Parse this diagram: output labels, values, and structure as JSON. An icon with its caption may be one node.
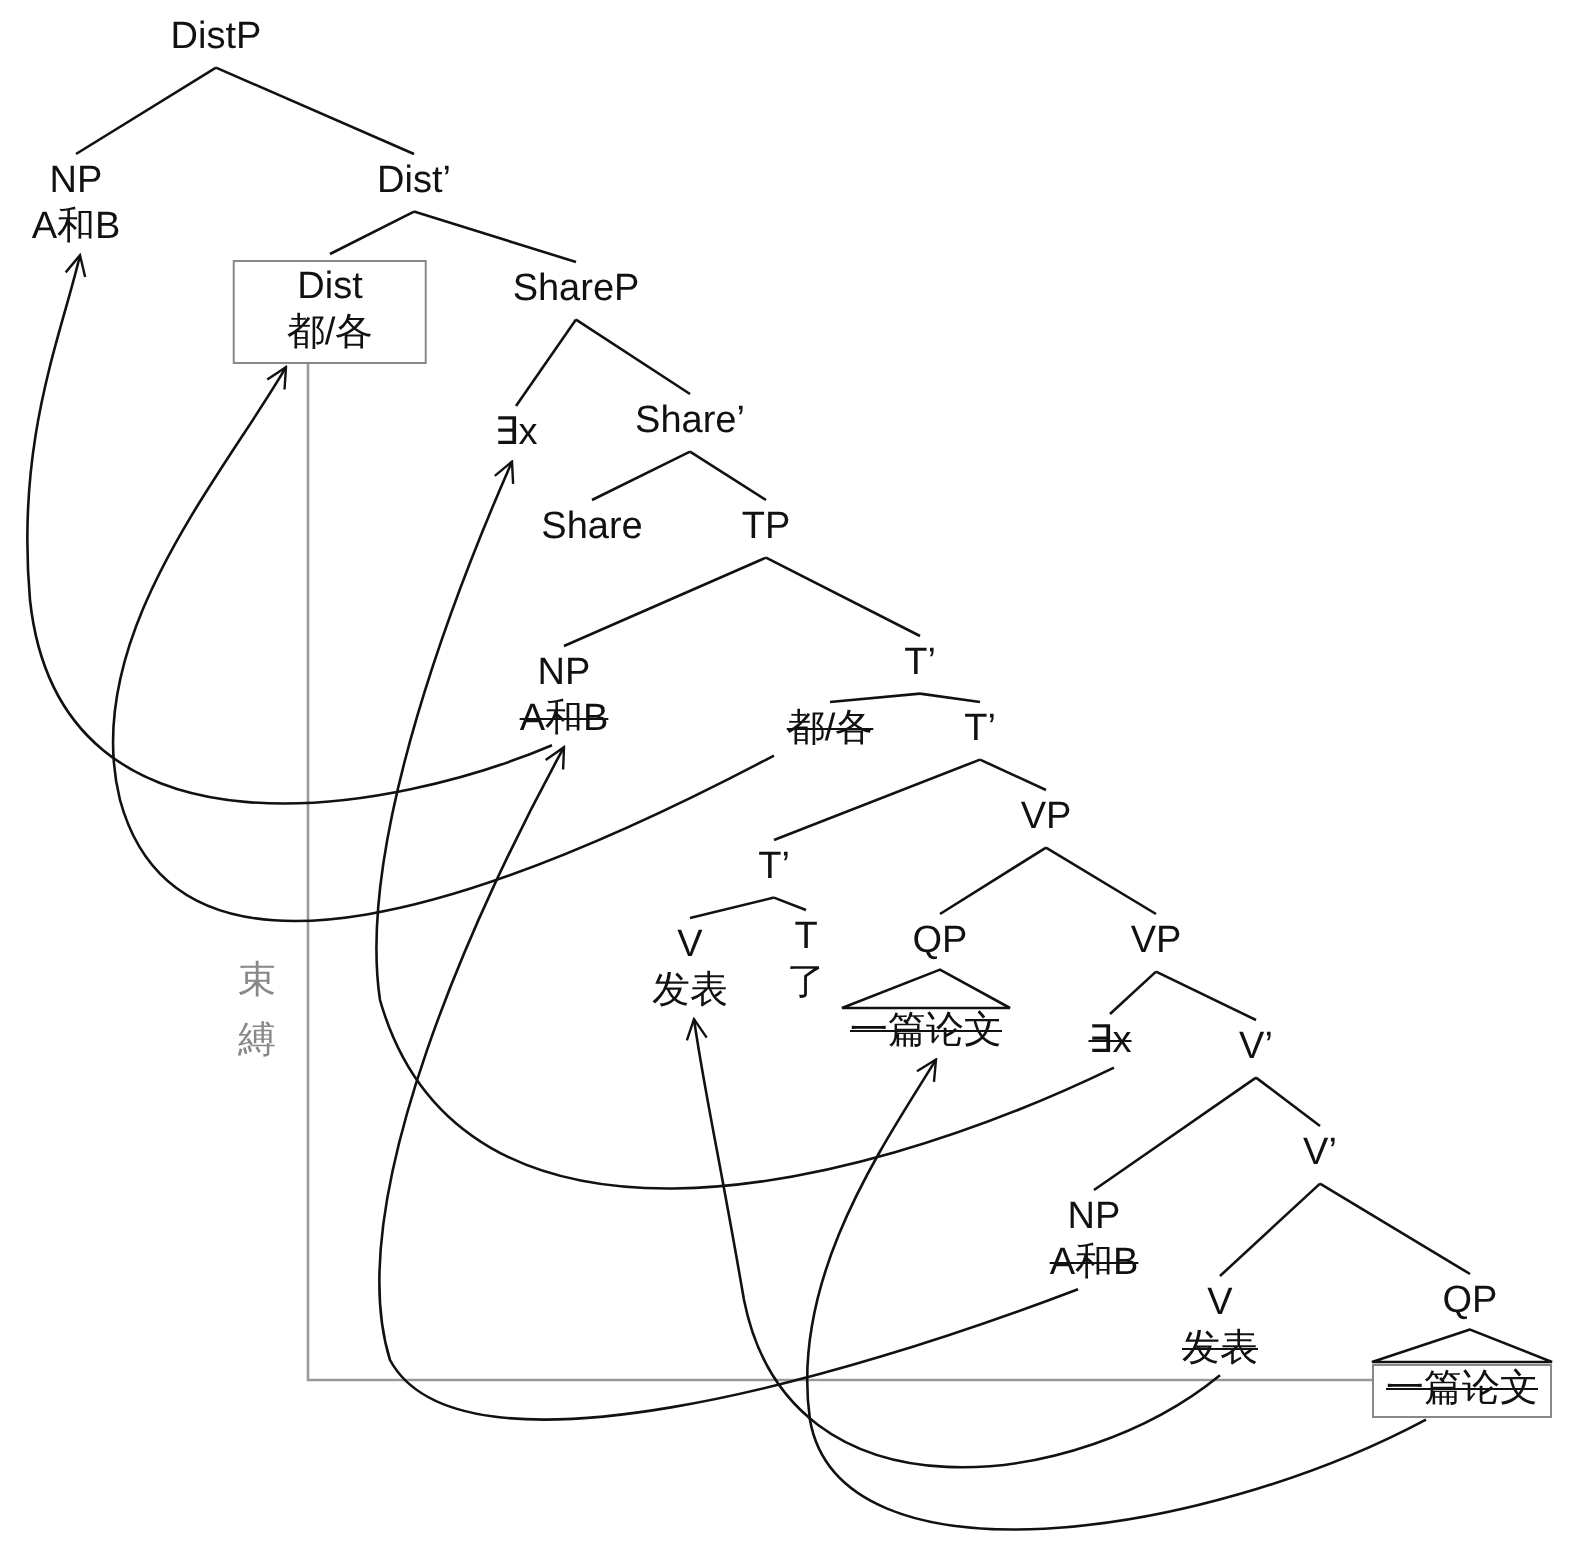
{
  "diagram": {
    "nodes": [
      {
        "text": [
          "DistP"
        ]
      },
      {
        "text": [
          "NP",
          "A和B"
        ]
      },
      {
        "text": [
          "Dist’"
        ]
      },
      {
        "text": [
          "Dist",
          "都/各"
        ]
      },
      {
        "text": [
          "ShareP"
        ]
      },
      {
        "text": [
          "∃x"
        ]
      },
      {
        "text": [
          "Share’"
        ]
      },
      {
        "text": [
          "Share"
        ]
      },
      {
        "text": [
          "TP"
        ]
      },
      {
        "text": [
          "NP",
          "A和B"
        ]
      },
      {
        "text": [
          "T’"
        ]
      },
      {
        "text": [
          "都/各"
        ]
      },
      {
        "text": [
          "T’"
        ]
      },
      {
        "text": [
          "T’"
        ]
      },
      {
        "text": [
          "VP"
        ]
      },
      {
        "text": [
          "V",
          "发表"
        ]
      },
      {
        "text": [
          "T",
          "了"
        ]
      },
      {
        "text": [
          "QP"
        ]
      },
      {
        "text": [
          "一篇论文"
        ]
      },
      {
        "text": [
          "VP"
        ]
      },
      {
        "text": [
          "∃x"
        ]
      },
      {
        "text": [
          "V’"
        ]
      },
      {
        "text": [
          "V’"
        ]
      },
      {
        "text": [
          "NP",
          "A和B"
        ]
      },
      {
        "text": [
          "V",
          "发表"
        ]
      },
      {
        "text": [
          "QP"
        ]
      },
      {
        "text": [
          "一篇论文"
        ]
      }
    ],
    "edges": [
      {
        "from": 0,
        "to": 1,
        "arrow": "none"
      },
      {
        "from": 0,
        "to": 2,
        "arrow": "none"
      },
      {
        "from": 2,
        "to": 3,
        "arrow": "none"
      },
      {
        "from": 2,
        "to": 4,
        "arrow": "none"
      },
      {
        "from": 4,
        "to": 5,
        "arrow": "none"
      },
      {
        "from": 4,
        "to": 6,
        "arrow": "none"
      },
      {
        "from": 6,
        "to": 7,
        "arrow": "none"
      },
      {
        "from": 6,
        "to": 8,
        "arrow": "none"
      },
      {
        "from": 8,
        "to": 9,
        "arrow": "none"
      },
      {
        "from": 8,
        "to": 10,
        "arrow": "none"
      },
      {
        "from": 10,
        "to": 11,
        "arrow": "none"
      },
      {
        "from": 10,
        "to": 12,
        "arrow": "none"
      },
      {
        "from": 12,
        "to": 13,
        "arrow": "none"
      },
      {
        "from": 12,
        "to": 14,
        "arrow": "none"
      },
      {
        "from": 13,
        "to": 15,
        "arrow": "none"
      },
      {
        "from": 13,
        "to": 16,
        "arrow": "none"
      },
      {
        "from": 14,
        "to": 17,
        "arrow": "none"
      },
      {
        "from": 17,
        "to": 18,
        "arrow": "none"
      },
      {
        "from": 14,
        "to": 19,
        "arrow": "none"
      },
      {
        "from": 19,
        "to": 20,
        "arrow": "none"
      },
      {
        "from": 19,
        "to": 21,
        "arrow": "none"
      },
      {
        "from": 21,
        "to": 23,
        "arrow": "none"
      },
      {
        "from": 21,
        "to": 22,
        "arrow": "none"
      },
      {
        "from": 22,
        "to": 24,
        "arrow": "none"
      },
      {
        "from": 22,
        "to": 25,
        "arrow": "none"
      },
      {
        "from": 25,
        "to": 26,
        "arrow": "none"
      },
      {
        "from": 3,
        "to": 26,
        "arrow": "none",
        "label": "束縛",
        "color": "#999999"
      },
      {
        "from": 9,
        "to": 1,
        "arrow": "to"
      },
      {
        "from": 23,
        "to": 9,
        "arrow": "to"
      },
      {
        "from": 11,
        "to": 3,
        "arrow": "to"
      },
      {
        "from": 20,
        "to": 5,
        "arrow": "to"
      },
      {
        "from": 24,
        "to": 15,
        "arrow": "to"
      },
      {
        "from": 26,
        "to": 18,
        "arrow": "to"
      }
    ]
  }
}
